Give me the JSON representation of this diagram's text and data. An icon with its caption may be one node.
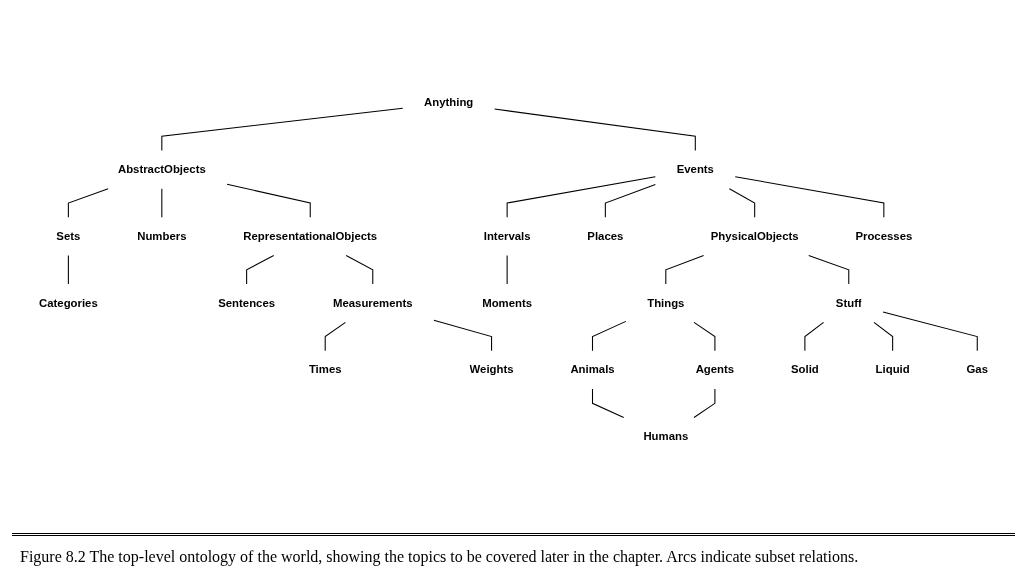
{
  "diagram": {
    "caption": "Figure 8.2 The top-level ontology of the world, showing the topics to be covered later in the chapter. Arcs indicate subset relations.",
    "nodes": [
      {
        "text": [
          "Anything"
        ]
      },
      {
        "text": [
          "AbstractObjects"
        ]
      },
      {
        "text": [
          "Events"
        ]
      },
      {
        "text": [
          "Sets"
        ]
      },
      {
        "text": [
          "Numbers"
        ]
      },
      {
        "text": [
          "RepresentationalObjects"
        ]
      },
      {
        "text": [
          "Categories"
        ]
      },
      {
        "text": [
          "Sentences"
        ]
      },
      {
        "text": [
          "Measurements"
        ]
      },
      {
        "text": [
          "Times"
        ]
      },
      {
        "text": [
          "Weights"
        ]
      },
      {
        "text": [
          "Intervals"
        ]
      },
      {
        "text": [
          "Places"
        ]
      },
      {
        "text": [
          "PhysicalObjects"
        ]
      },
      {
        "text": [
          "Processes"
        ]
      },
      {
        "text": [
          "Moments"
        ]
      },
      {
        "text": [
          "Things"
        ]
      },
      {
        "text": [
          "Stuff"
        ]
      },
      {
        "text": [
          "Animals"
        ]
      },
      {
        "text": [
          "Agents"
        ]
      },
      {
        "text": [
          "Humans"
        ]
      },
      {
        "text": [
          "Solid"
        ]
      },
      {
        "text": [
          "Liquid"
        ]
      },
      {
        "text": [
          "Gas"
        ]
      }
    ],
    "edges": [
      {
        "from": 0,
        "to": 1,
        "arrow": "none"
      },
      {
        "from": 0,
        "to": 2,
        "arrow": "none"
      },
      {
        "from": 1,
        "to": 3,
        "arrow": "none"
      },
      {
        "from": 1,
        "to": 4,
        "arrow": "none"
      },
      {
        "from": 1,
        "to": 5,
        "arrow": "none"
      },
      {
        "from": 3,
        "to": 6,
        "arrow": "none"
      },
      {
        "from": 5,
        "to": 7,
        "arrow": "none"
      },
      {
        "from": 5,
        "to": 8,
        "arrow": "none"
      },
      {
        "from": 8,
        "to": 9,
        "arrow": "none"
      },
      {
        "from": 8,
        "to": 10,
        "arrow": "none"
      },
      {
        "from": 2,
        "to": 11,
        "arrow": "none"
      },
      {
        "from": 2,
        "to": 12,
        "arrow": "none"
      },
      {
        "from": 2,
        "to": 13,
        "arrow": "none"
      },
      {
        "from": 2,
        "to": 14,
        "arrow": "none"
      },
      {
        "from": 11,
        "to": 15,
        "arrow": "none"
      },
      {
        "from": 13,
        "to": 16,
        "arrow": "none"
      },
      {
        "from": 13,
        "to": 17,
        "arrow": "none"
      },
      {
        "from": 16,
        "to": 18,
        "arrow": "none"
      },
      {
        "from": 16,
        "to": 19,
        "arrow": "none"
      },
      {
        "from": 18,
        "to": 20,
        "arrow": "none"
      },
      {
        "from": 19,
        "to": 20,
        "arrow": "none"
      },
      {
        "from": 17,
        "to": 21,
        "arrow": "none"
      },
      {
        "from": 17,
        "to": 22,
        "arrow": "none"
      },
      {
        "from": 17,
        "to": 23,
        "arrow": "none"
      }
    ]
  }
}
